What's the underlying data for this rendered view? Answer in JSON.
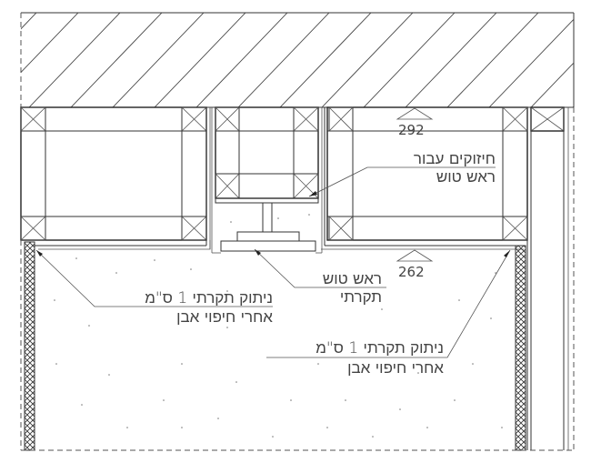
{
  "drawing": {
    "type": "architectural ceiling section detail",
    "elevations": [
      {
        "id": "elev-upper",
        "value": "292"
      },
      {
        "id": "elev-lower",
        "value": "262"
      }
    ],
    "annotations": {
      "reinforcement": {
        "line1": "חיזוקים עבור",
        "line2": "ראש טוש"
      },
      "sprinkler_head": {
        "line1": "ראש טוש",
        "line2": "תקרתי"
      },
      "ceiling_gap_left": {
        "line1": "ניתוק תקרתי 1 ס\"מ",
        "line2": "אחרי חיפוי אבן"
      },
      "ceiling_gap_right": {
        "line1": "ניתוק תקרתי 1 ס\"מ",
        "line2": "אחרי חיפוי אבן"
      }
    },
    "colors": {
      "line": "#333333",
      "background": "#ffffff"
    }
  }
}
